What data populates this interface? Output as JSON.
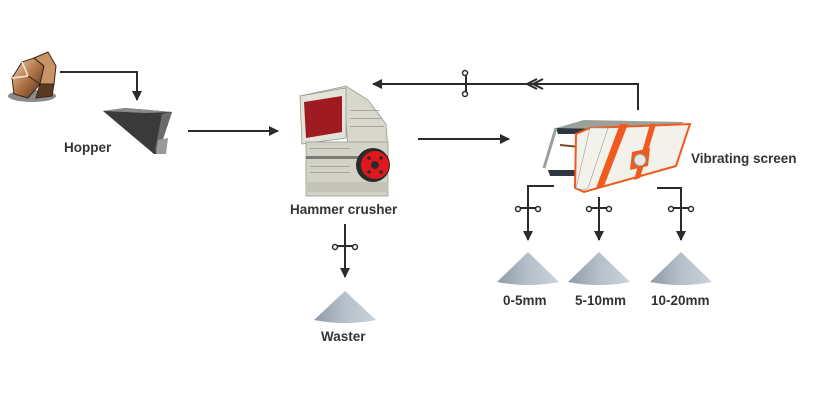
{
  "diagram": {
    "title": "Hammer crusher production line flow",
    "colors": {
      "line": "#2b2b2b",
      "label": "#333333",
      "accent_red": "#e0181e",
      "accent_orange": "#f05a1e",
      "machine_body": "#d9d9cf",
      "pile": "#a9b6c2"
    },
    "nodes": {
      "raw_material": {
        "label": "",
        "icon": "raw-stone-icon"
      },
      "hopper": {
        "label": "Hopper",
        "icon": "hopper-icon"
      },
      "hammer_crusher": {
        "label": "Hammer crusher",
        "icon": "hammer-crusher-icon"
      },
      "vibrating_screen": {
        "label": "Vibrating screen",
        "icon": "vibrating-screen-icon"
      },
      "waste": {
        "label": "Waster",
        "icon": "material-pile-icon"
      },
      "products": [
        {
          "label": "0-5mm",
          "icon": "material-pile-icon"
        },
        {
          "label": "5-10mm",
          "icon": "material-pile-icon"
        },
        {
          "label": "10-20mm",
          "icon": "material-pile-icon"
        }
      ]
    },
    "edges": [
      {
        "from": "raw_material",
        "to": "hopper"
      },
      {
        "from": "hopper",
        "to": "hammer_crusher"
      },
      {
        "from": "hammer_crusher",
        "to": "vibrating_screen"
      },
      {
        "from": "vibrating_screen",
        "to": "hammer_crusher",
        "type": "return"
      },
      {
        "from": "hammer_crusher",
        "to": "waste"
      },
      {
        "from": "vibrating_screen",
        "to": "0-5mm"
      },
      {
        "from": "vibrating_screen",
        "to": "5-10mm"
      },
      {
        "from": "vibrating_screen",
        "to": "10-20mm"
      }
    ]
  }
}
